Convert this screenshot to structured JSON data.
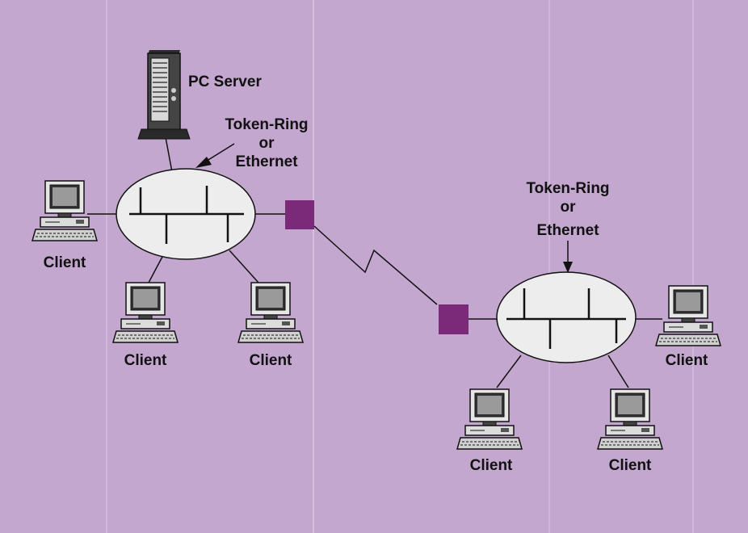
{
  "colors": {
    "background": "#c4a7cf",
    "ring_fill": "#ededed",
    "bridge": "#7a2a78",
    "line": "#111111"
  },
  "server": {
    "label": "PC Server",
    "icon": "server-tower-icon"
  },
  "network_left": {
    "label_line1": "Token-Ring",
    "label_line2": "or",
    "label_line3": "Ethernet"
  },
  "network_right": {
    "label_line1": "Token-Ring",
    "label_line2": "or",
    "label_line3": "Ethernet"
  },
  "clients_left": [
    {
      "label": "Client",
      "icon": "desktop-computer-icon"
    },
    {
      "label": "Client",
      "icon": "desktop-computer-icon"
    },
    {
      "label": "Client",
      "icon": "desktop-computer-icon"
    }
  ],
  "clients_right": [
    {
      "label": "Client",
      "icon": "desktop-computer-icon"
    },
    {
      "label": "Client",
      "icon": "desktop-computer-icon"
    },
    {
      "label": "Client",
      "icon": "desktop-computer-icon"
    }
  ]
}
